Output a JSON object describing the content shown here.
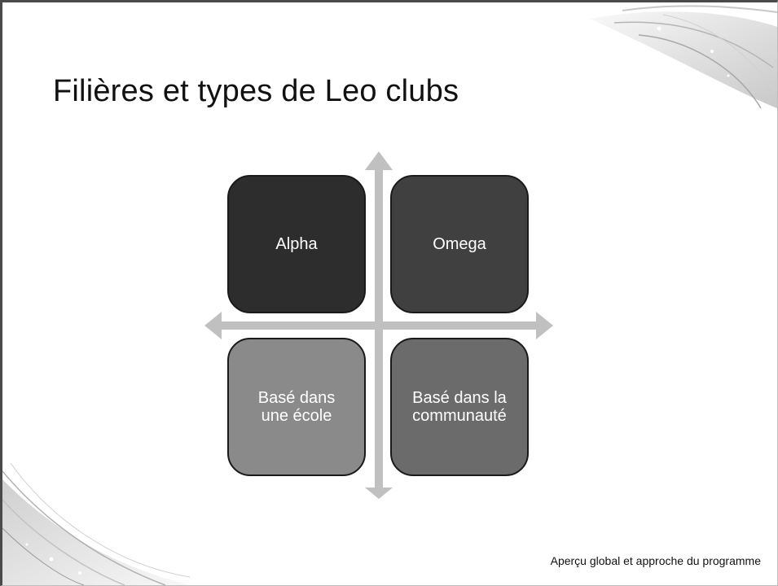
{
  "slide": {
    "title": "Filières et types de Leo clubs",
    "footer": "Aperçu global et approche du programme"
  },
  "matrix": {
    "quadrants": [
      {
        "position": "top-left",
        "label": "Alpha",
        "fill": "#2d2d2d"
      },
      {
        "position": "top-right",
        "label": "Omega",
        "fill": "#404040"
      },
      {
        "position": "bottom-left",
        "label": "Basé dans\nune école",
        "fill": "#8a8a8a"
      },
      {
        "position": "bottom-right",
        "label": "Basé dans la\ncommunauté",
        "fill": "#6b6b6b"
      }
    ],
    "arrow_color": "#c0c0c0"
  }
}
